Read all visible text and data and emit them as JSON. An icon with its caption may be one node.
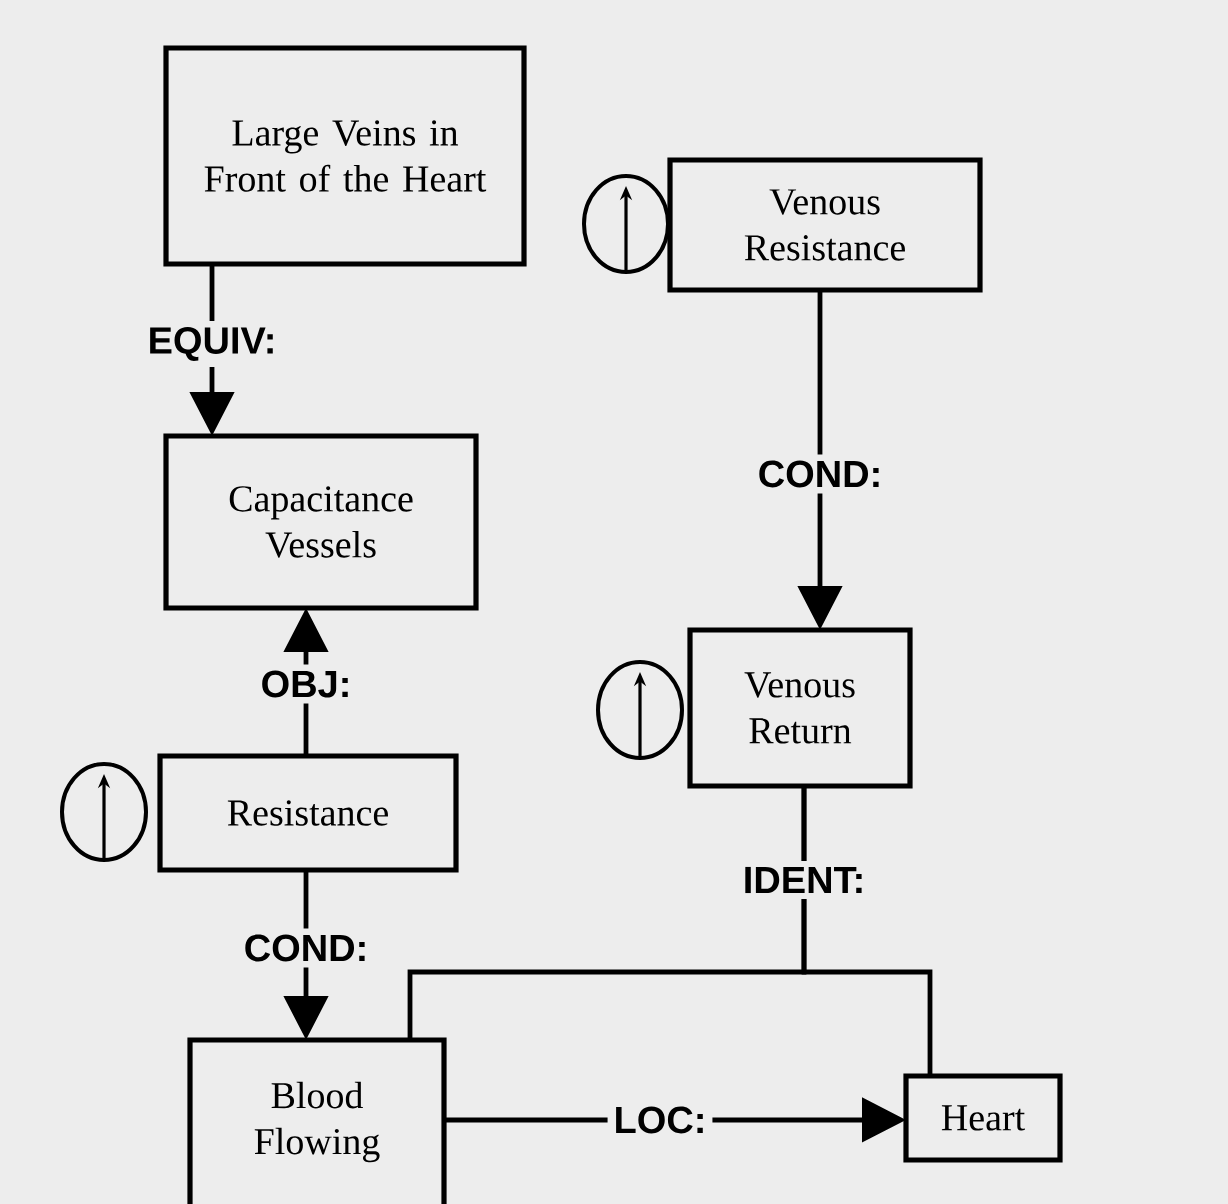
{
  "diagram": {
    "nodes": [
      {
        "text": [
          "Large Veins in Front of the Heart"
        ]
      },
      {
        "text": [
          "Capacitance Vessels"
        ]
      },
      {
        "text": [
          "Venous Resistance"
        ]
      },
      {
        "text": [
          "Venous Return"
        ]
      },
      {
        "text": [
          "Resistance"
        ]
      },
      {
        "text": [
          "Blood Flowing"
        ]
      },
      {
        "text": [
          "Heart"
        ]
      }
    ],
    "edges": [
      {
        "from": 0,
        "to": 1,
        "arrow": "to",
        "label": "EQUIV:"
      },
      {
        "from": 4,
        "to": 1,
        "arrow": "to",
        "label": "OBJ:"
      },
      {
        "from": 2,
        "to": 3,
        "arrow": "to",
        "label": "COND:"
      },
      {
        "from": 4,
        "to": 5,
        "arrow": "to",
        "label": "COND:"
      },
      {
        "from": 5,
        "to": 6,
        "arrow": "to",
        "label": "LOC:"
      },
      {
        "from": 3,
        "to": 5,
        "arrow": "none",
        "label": "IDENT:"
      },
      {
        "from": 3,
        "to": 6,
        "arrow": "none"
      }
    ]
  }
}
